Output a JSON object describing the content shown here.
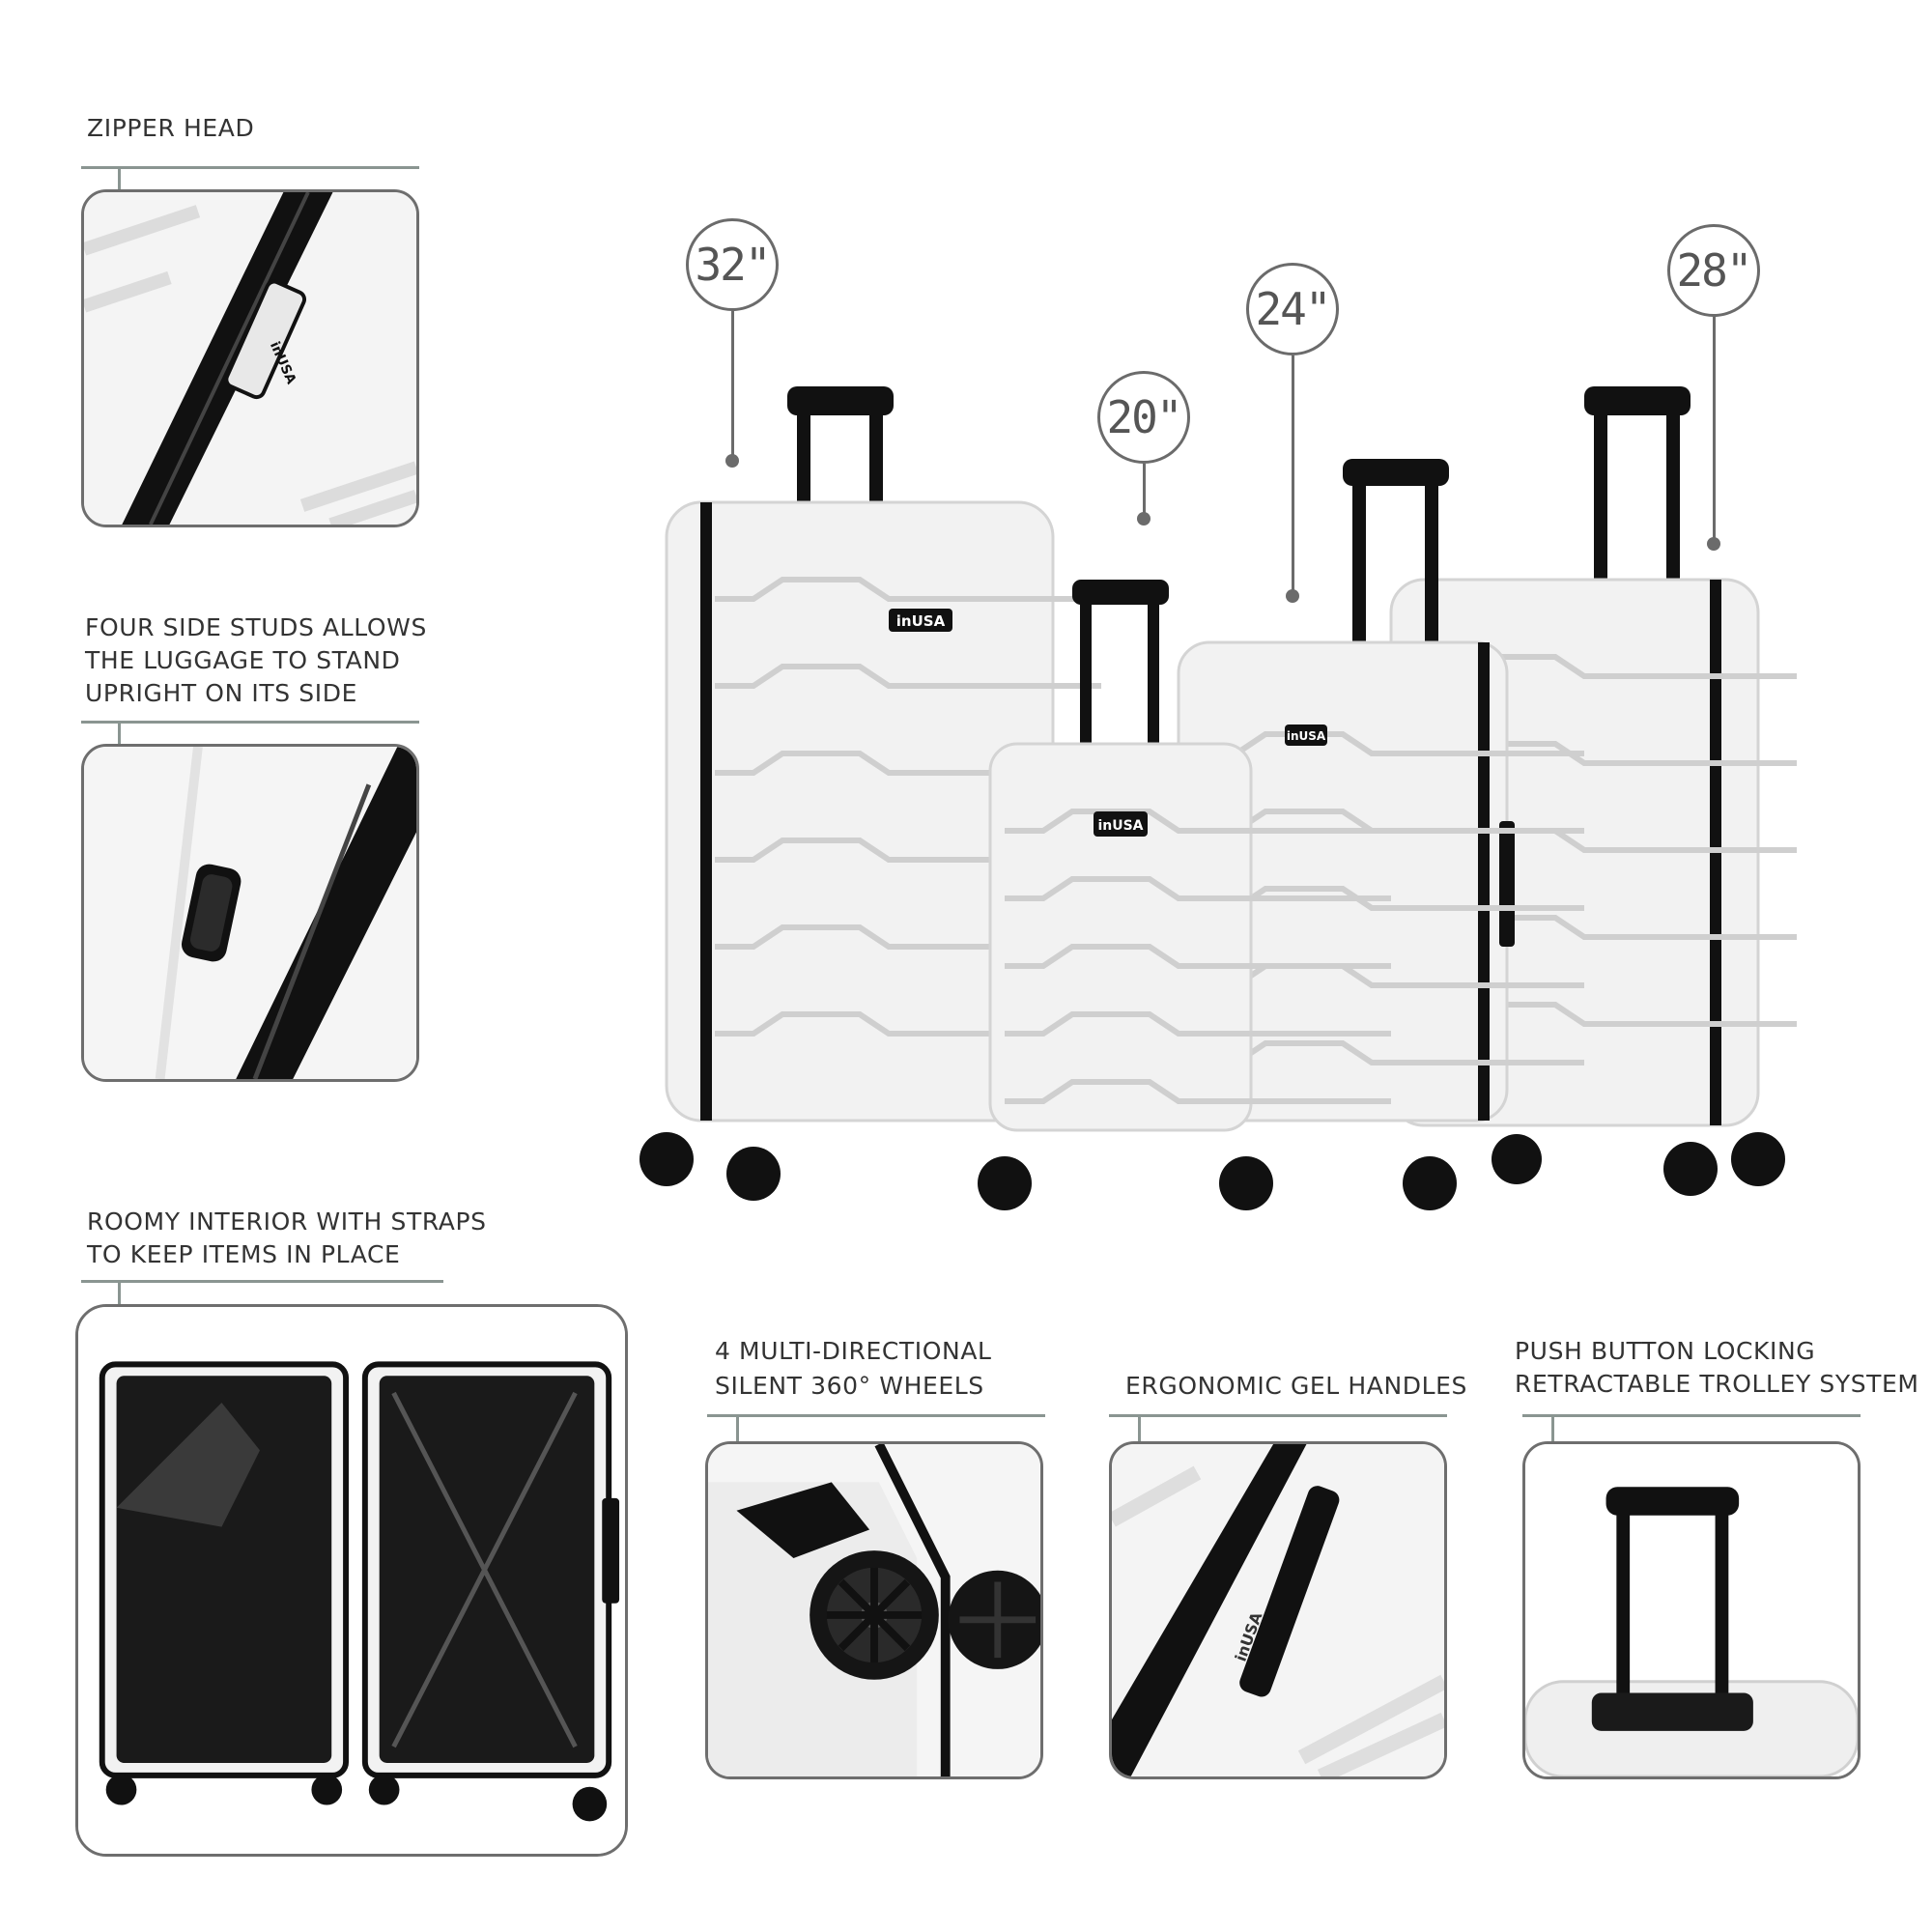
{
  "features": {
    "zipper": {
      "label": "ZIPPER HEAD",
      "icon": "zipper-closeup-icon"
    },
    "studs": {
      "line1": "FOUR SIDE STUDS ALLOWS",
      "line2": "THE LUGGAGE TO STAND",
      "line3": "UPRIGHT ON ITS SIDE",
      "icon": "side-stud-closeup-icon"
    },
    "interior": {
      "line1": "ROOMY INTERIOR WITH STRAPS",
      "line2": "TO KEEP ITEMS IN PLACE",
      "icon": "open-suitcase-icon"
    },
    "wheels": {
      "line1": "4 MULTI-DIRECTIONAL",
      "line2": "SILENT 360°  WHEELS",
      "icon": "spinner-wheel-icon"
    },
    "handles": {
      "label": "ERGONOMIC GEL HANDLES",
      "icon": "side-handle-icon"
    },
    "trolley": {
      "line1": "PUSH BUTTON LOCKING",
      "line2": "RETRACTABLE TROLLEY SYSTEM",
      "icon": "trolley-handle-icon"
    }
  },
  "sizes": {
    "s32": "32\"",
    "s20": "20\"",
    "s24": "24\"",
    "s28": "28\""
  },
  "brand": {
    "logo_text": "inUSA"
  },
  "colors": {
    "rule": "#8a9591",
    "panel_border": "#6e6e6e",
    "shell": "#f2f2f2",
    "trim": "#111111"
  }
}
